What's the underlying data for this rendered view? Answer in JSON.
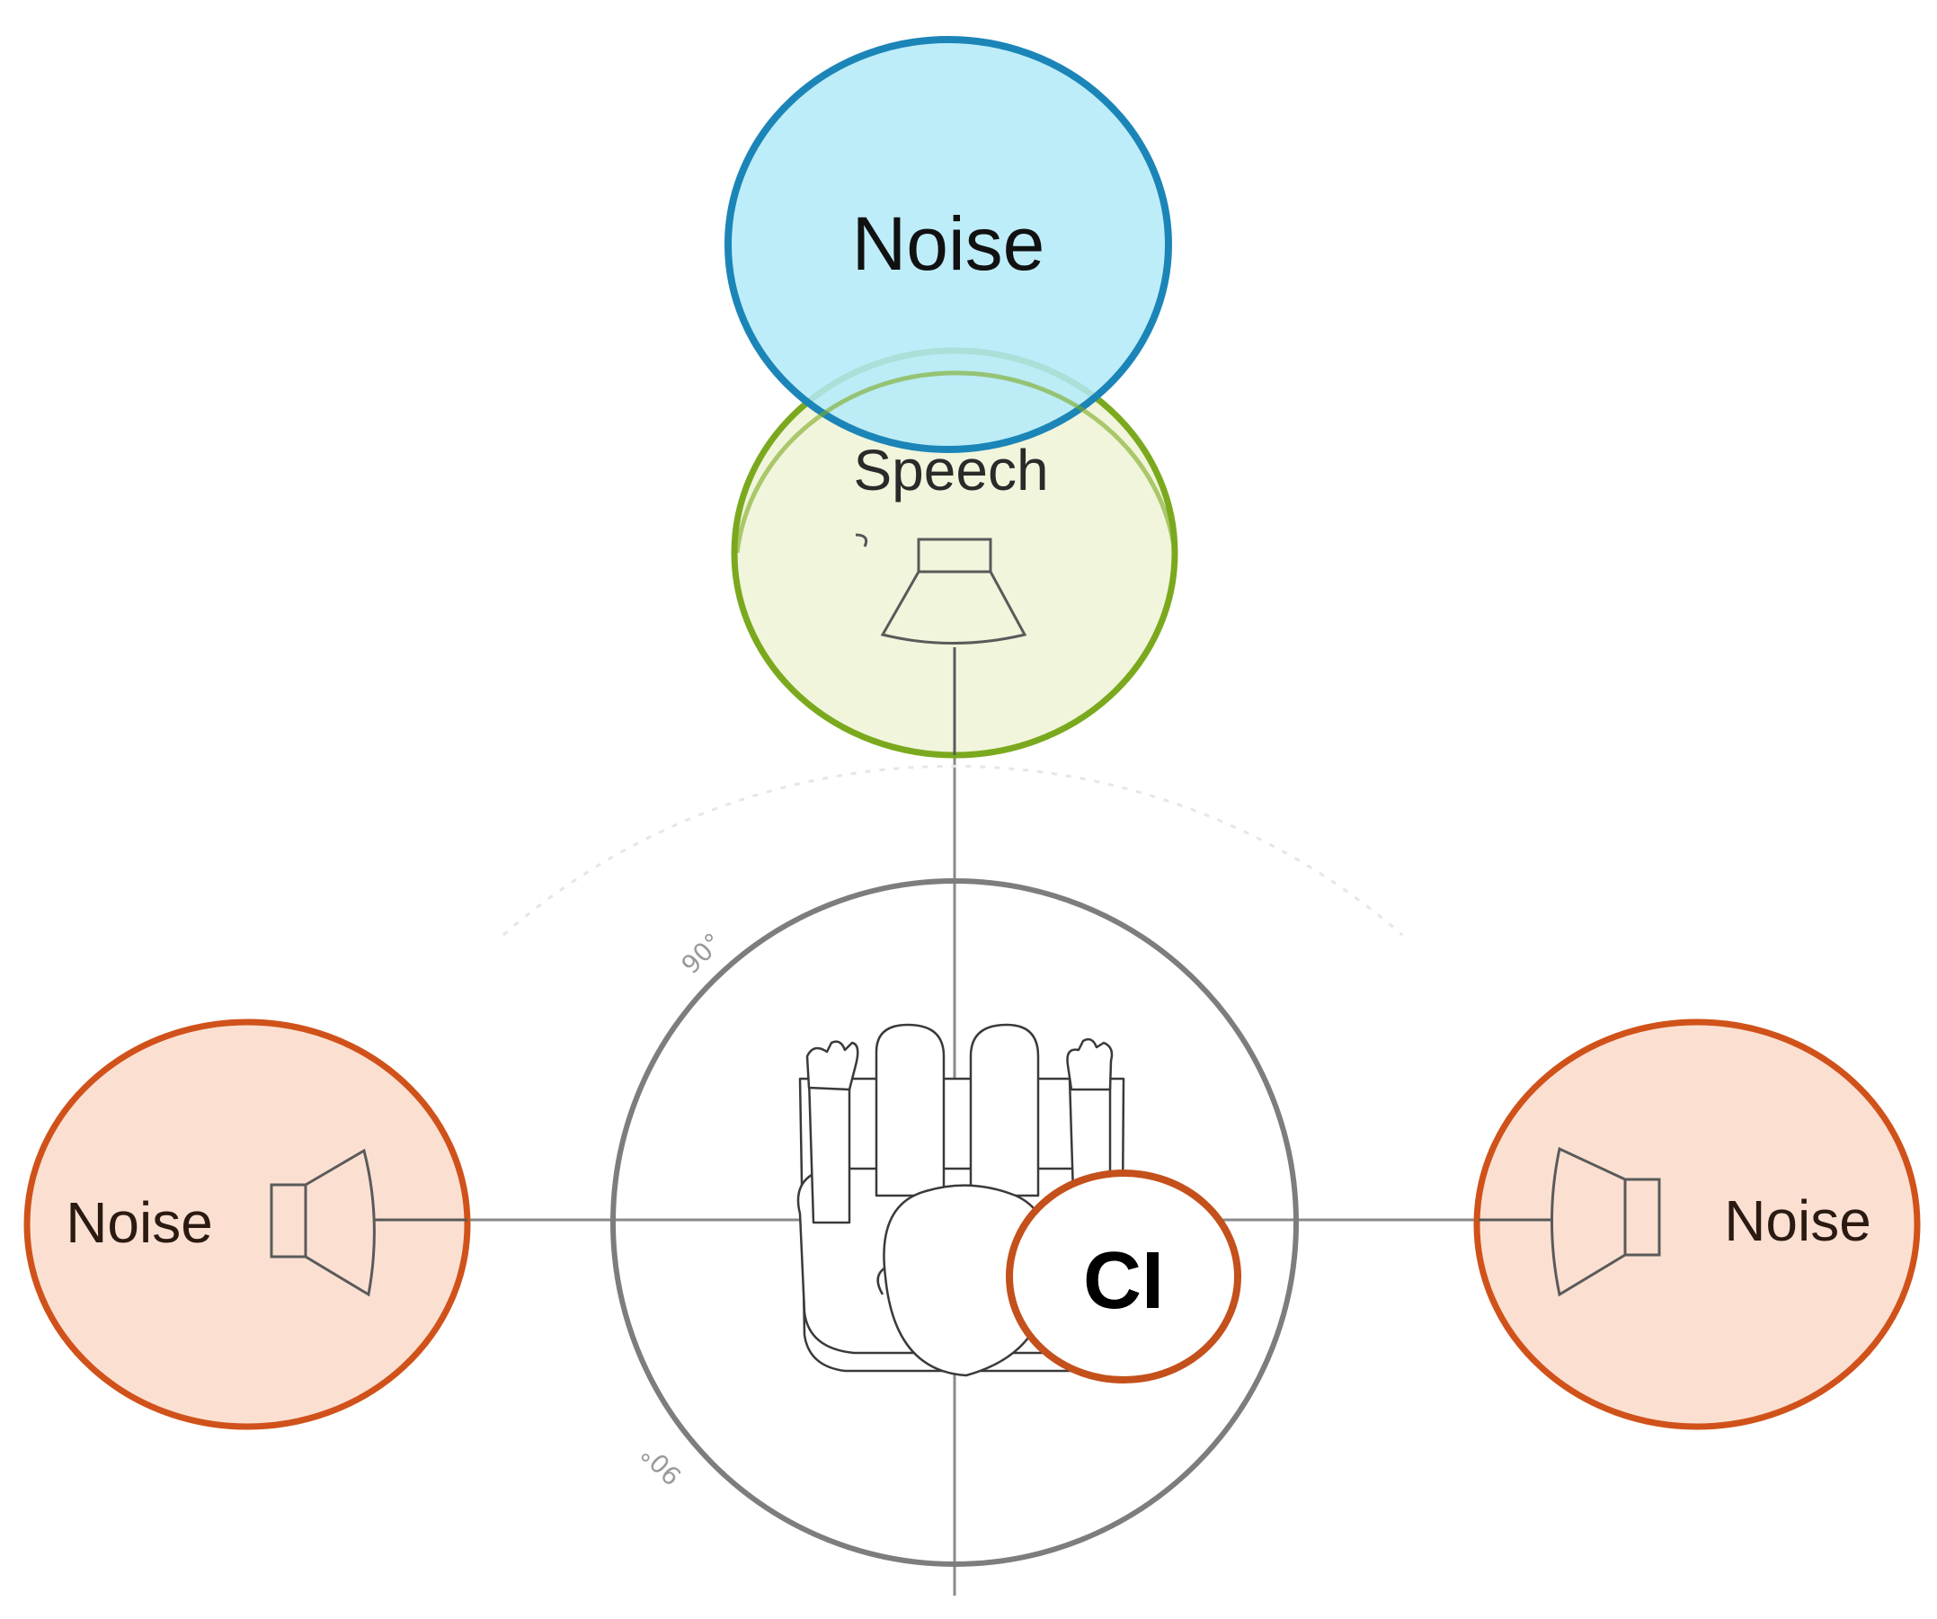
{
  "labels": {
    "top_noise": "Noise",
    "speech": "Speech",
    "left_noise": "Noise",
    "right_noise": "Noise",
    "ci": "CI",
    "angle_upper": "90°",
    "angle_lower": "90°"
  },
  "colors": {
    "noise_top_fill": "#b3eaf9",
    "noise_top_stroke": "#1b85b8",
    "speech_fill": "#eef3d6",
    "speech_stroke": "#7ba91e",
    "side_noise_fill": "#fbe0d2",
    "side_noise_stroke": "#d0521a",
    "ci_stroke": "#c4501c",
    "line_gray": "#8a8a8a",
    "sketch": "#3a3a3a"
  },
  "icons": {
    "top_speaker": "speaker-icon",
    "left_speaker": "speaker-icon",
    "right_speaker": "speaker-icon",
    "listener": "seated-person-icon"
  }
}
